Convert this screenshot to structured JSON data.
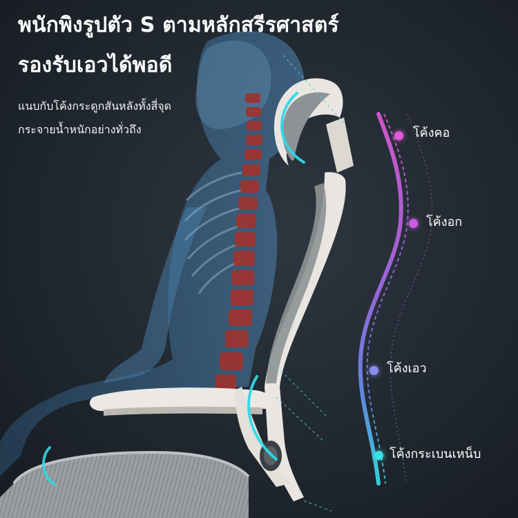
{
  "headline": {
    "line1": "พนักพิงรูปตัว S ตามหลักสรีรศาสตร์",
    "line2": "รองรับเอวได้พอดี"
  },
  "description": {
    "line1": "แนบกับโค้งกระดูกสันหลังทั้งสี่จุด",
    "line2": "กระจายน้ำหนักอย่างทั่วถึง"
  },
  "spine_points": [
    {
      "label": "โค้งคอ",
      "color": "#e05ad8"
    },
    {
      "label": "โค้งอก",
      "color": "#c95ee0"
    },
    {
      "label": "โค้งเอว",
      "color": "#8a8cf0"
    },
    {
      "label": "โค้งกระเบนเหน็บ",
      "color": "#38e0e8"
    }
  ],
  "colors": {
    "background": "#1c2229",
    "body_xray": "#3f6f9a",
    "spine": "#b5322c",
    "chair_frame": "#e9e6e1",
    "mesh": "#8e9295",
    "highlight": "#2fd8e8"
  }
}
